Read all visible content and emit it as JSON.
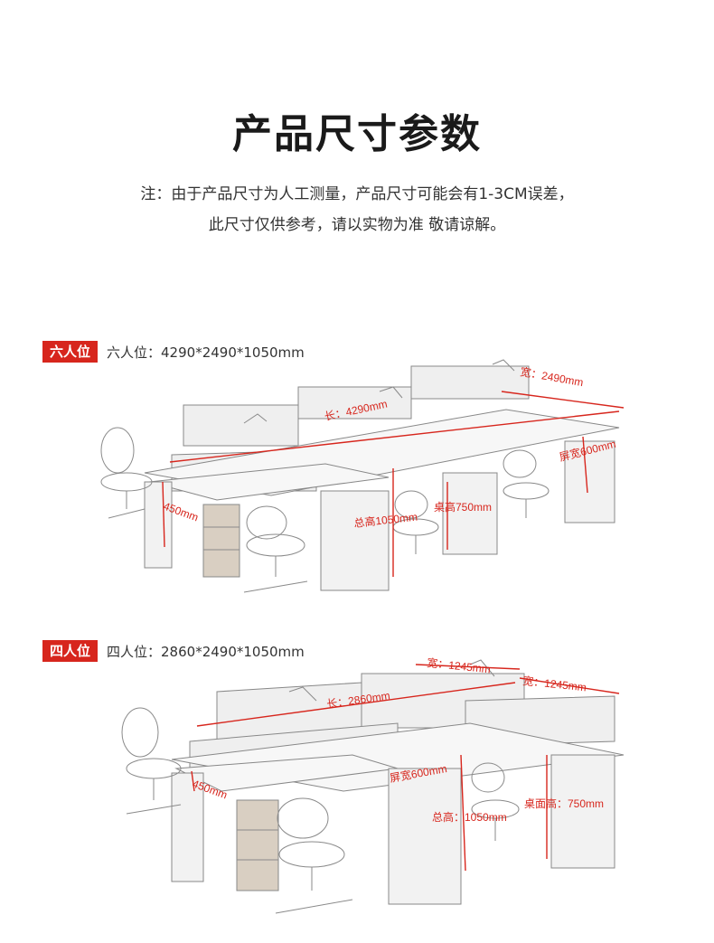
{
  "title": "产品尺寸参数",
  "note": {
    "line1": "注：由于产品尺寸为人工测量，产品尺寸可能会有1-3CM误差，",
    "line2": "此尺寸仅供参考，请以实物为准 敬请谅解。"
  },
  "six": {
    "badge": "六人位",
    "spec": "六人位：4290*2490*1050mm",
    "dims": {
      "width": "宽：2490mm",
      "length": "长：4290mm",
      "screen": "屏宽600mm",
      "total_height": "总高1050mm",
      "desk_height": "桌高750mm",
      "depth": "450mm"
    }
  },
  "four": {
    "badge": "四人位",
    "spec": "四人位：2860*2490*1050mm",
    "dims": {
      "width1": "宽：1245mm",
      "width2": "宽：1245mm",
      "length": "长：2860mm",
      "screen": "屏宽600mm",
      "total_height": "总高：1050mm",
      "desk_height": "桌面高：750mm",
      "depth": "450mm"
    }
  },
  "colors": {
    "accent": "#d7261d",
    "line": "#8a8a8a"
  }
}
